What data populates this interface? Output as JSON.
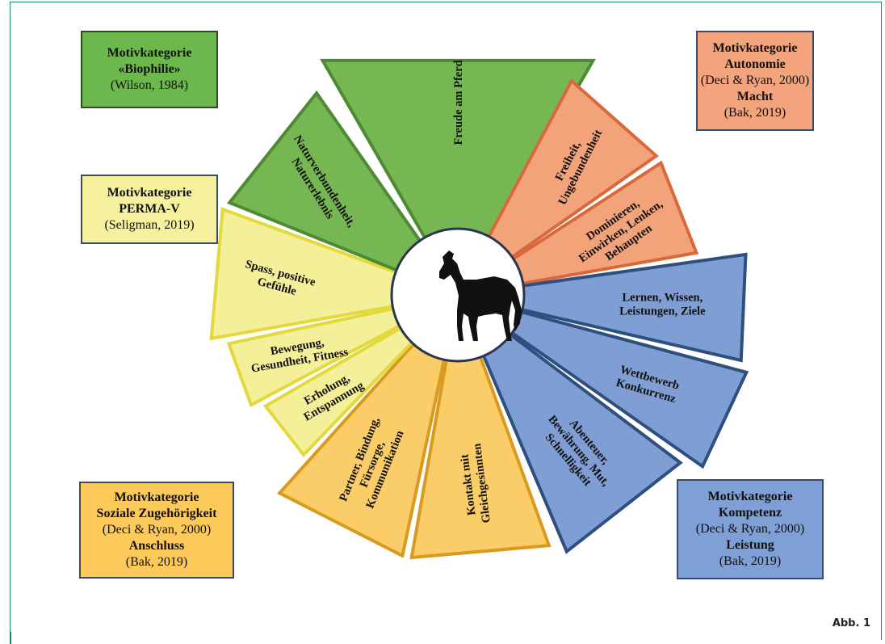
{
  "figure_label": "Abb. 1",
  "center_icon": "horse-silhouette-icon",
  "segments": [
    {
      "id": "freude",
      "lines": [
        "Freude am Pferd"
      ],
      "group": "biophilie"
    },
    {
      "id": "freiheit",
      "lines": [
        "Freiheit,",
        "Ungebundenheit"
      ],
      "group": "autonomie"
    },
    {
      "id": "dominieren",
      "lines": [
        "Dominieren,",
        "Einwirken, Lenken,",
        "Behaupten"
      ],
      "group": "autonomie"
    },
    {
      "id": "lernen",
      "lines": [
        "Lernen, Wissen,",
        "Leistungen, Ziele"
      ],
      "group": "kompetenz"
    },
    {
      "id": "wettbewerb",
      "lines": [
        "Wettbewerb",
        "Konkurrenz"
      ],
      "group": "kompetenz"
    },
    {
      "id": "abenteuer",
      "lines": [
        "Abenteuer,",
        "Bewährung, Mut,",
        "Schnelligkeit"
      ],
      "group": "kompetenz"
    },
    {
      "id": "kontakt",
      "lines": [
        "Kontakt mit",
        "Gleichgesinnten"
      ],
      "group": "sozial"
    },
    {
      "id": "partner",
      "lines": [
        "Partner, Bindung,",
        "Fürsorge,",
        "Kommunikation"
      ],
      "group": "sozial"
    },
    {
      "id": "erholung",
      "lines": [
        "Erholung,",
        "Entspannung"
      ],
      "group": "perma"
    },
    {
      "id": "bewegung",
      "lines": [
        "Bewegung,",
        "Gesundheit, Fitness"
      ],
      "group": "perma"
    },
    {
      "id": "spass",
      "lines": [
        "Spass, positive",
        "Gefühle"
      ],
      "group": "perma"
    },
    {
      "id": "natur",
      "lines": [
        "Naturverbundenheit,",
        "Naturerlebnis"
      ],
      "group": "biophilie"
    }
  ],
  "groups": {
    "biophilie": {
      "fill": "#77b753",
      "stroke": "#4e8a34"
    },
    "autonomie": {
      "fill": "#f2a37a",
      "stroke": "#d9693a"
    },
    "kompetenz": {
      "fill": "#7f9ed4",
      "stroke": "#2f4f7f"
    },
    "sozial": {
      "fill": "#fbcd68",
      "stroke": "#d99a1f"
    },
    "perma": {
      "fill": "#f4ef99",
      "stroke": "#e3d83c"
    }
  },
  "boxes": {
    "biophilie": {
      "title": "Motivkategorie",
      "subtitle": "«Biophilie»",
      "ref": "(Wilson, 1984)",
      "bg": "#6db84c"
    },
    "autonomie": {
      "title": "Motivkategorie",
      "subtitle": "Autonomie",
      "ref": "(Deci & Ryan, 2000)",
      "subtitle2": "Macht",
      "ref2": "(Bak, 2019)",
      "bg": "#f4a47c"
    },
    "perma": {
      "title": "Motivkategorie",
      "subtitle": "PERMA-V",
      "ref": "(Seligman, 2019)",
      "bg": "#f6f19c"
    },
    "sozial": {
      "title": "Motivkategorie",
      "subtitle": "Soziale Zugehörigkeit",
      "ref": "(Deci & Ryan, 2000)",
      "subtitle2": "Anschluss",
      "ref2": "(Bak, 2019)",
      "bg": "#fcc95b"
    },
    "kompetenz": {
      "title": "Motivkategorie",
      "subtitle": "Kompetenz",
      "ref": "(Deci & Ryan, 2000)",
      "subtitle2": "Leistung",
      "ref2": "(Bak, 2019)",
      "bg": "#7fa0d6"
    }
  }
}
